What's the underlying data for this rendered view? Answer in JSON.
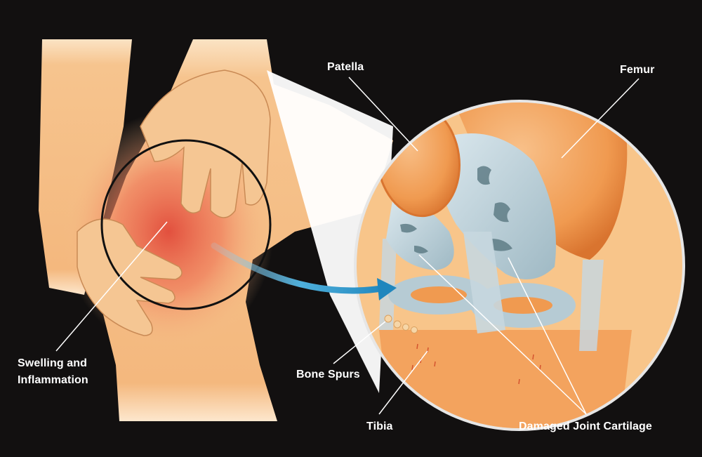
{
  "diagram": {
    "title": "Knee Osteoarthritis Illustration",
    "background_color": "#121010",
    "colors": {
      "skin": "#f6c48e",
      "skin_shadow": "#e0a064",
      "inflammation": "#e8503c",
      "bone": "#f2a15a",
      "bone_dark": "#d9742f",
      "cartilage": "#b9d0da",
      "cartilage_damage": "#5f7d86",
      "arrow": "#2f97c9",
      "leader_line": "#ffffff"
    },
    "labels": {
      "patella": "Patella",
      "femur": "Femur",
      "swelling_line1": "Swelling and",
      "swelling_line2": "Inflammation",
      "bone_spurs": "Bone Spurs",
      "tibia": "Tibia",
      "damaged_cartilage": "Damaged Joint Cartilage"
    }
  }
}
